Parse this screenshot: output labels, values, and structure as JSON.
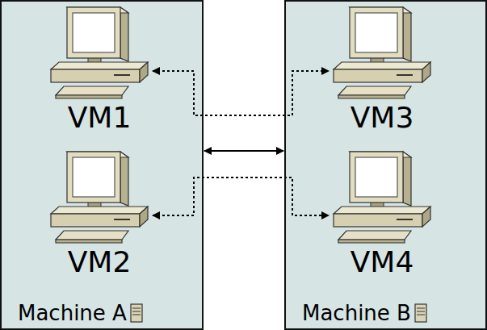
{
  "diagram": {
    "nodes": [
      {
        "text": [
          "Machine A"
        ]
      },
      {
        "text": [
          "VM1"
        ],
        "in": 0
      },
      {
        "text": [
          "VM2"
        ],
        "in": 0
      },
      {
        "text": [
          "Machine B"
        ]
      },
      {
        "text": [
          "VM3"
        ],
        "in": 3
      },
      {
        "text": [
          "VM4"
        ],
        "in": 3
      }
    ],
    "edges": [
      {
        "from": 0,
        "to": 3,
        "arrow": "both"
      },
      {
        "from": 1,
        "to": 4,
        "arrow": "both"
      },
      {
        "from": 2,
        "to": 5,
        "arrow": "both"
      }
    ]
  }
}
